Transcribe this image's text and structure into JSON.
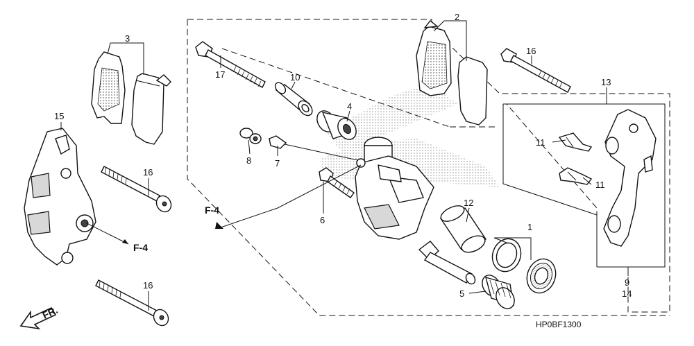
{
  "diagram": {
    "code": "HP0BF1300",
    "direction_label": "FR.",
    "arrow_label": "F-4",
    "callouts": {
      "n1": "1",
      "n2": "2",
      "n3": "3",
      "n4": "4",
      "n5": "5",
      "n6": "6",
      "n7": "7",
      "n8": "8",
      "n9": "9",
      "n10": "10",
      "n11a": "11",
      "n11b": "11",
      "n12": "12",
      "n13": "13",
      "n14": "14",
      "n15": "15",
      "n16a": "16",
      "n16b": "16",
      "n16c": "16",
      "n17": "17"
    }
  }
}
